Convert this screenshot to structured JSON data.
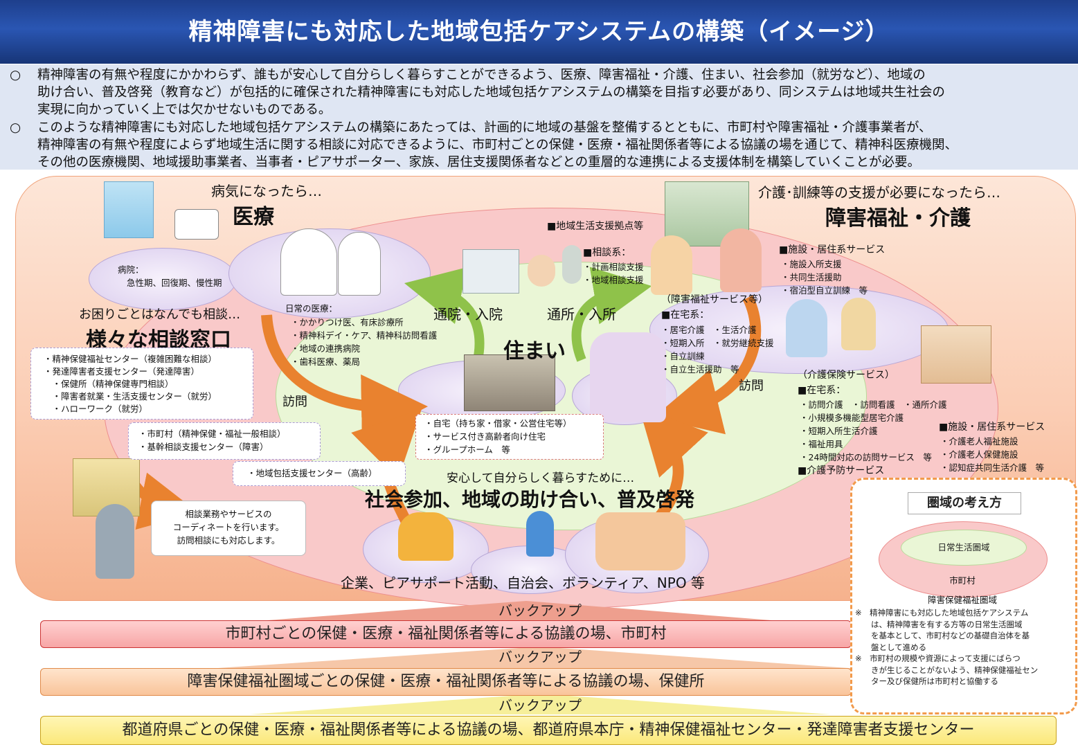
{
  "title": "精神障害にも対応した地域包括ケアシステムの構築（イメージ）",
  "intro": {
    "p1": [
      "○",
      "精神障害の有無や程度にかかわらず、誰もが安心して自分らしく暮らすことができるよう、医療、障害福祉・介護、住まい、社会参加（就労など）、地域の",
      "助け合い、普及啓発（教育など）が包括的に確保された精神障害にも対応した地域包括ケアシステムの構築を目指す必要があり、同システムは地域共生社会の",
      "実現に向かっていく上では欠かせないものである。"
    ],
    "p2": [
      "○",
      "このような精神障害にも対応した地域包括ケアシステムの構築にあたっては、計画的に地域の基盤を整備するとともに、市町村や障害福祉・介護事業者が、",
      "精神障害の有無や程度によらず地域生活に関する相談に対応できるように、市町村ごとの保健・医療・福祉関係者等による協議の場を通じて、精神科医療機関、",
      "その他の医療機関、地域援助事業者、当事者・ピアサポーター、家族、居住支援関係者などとの重層的な連携による支援体制を構築していくことが必要。"
    ]
  },
  "medical": {
    "caption": "病気になったら…",
    "heading": "医療",
    "hospital_label": "病院：",
    "hospital_detail": "急性期、回復期、慢性期",
    "daily_label": "日常の医療：",
    "daily_items": [
      "・かかりつけ医、有床診療所",
      "・精神科デイ・ケア、精神科訪問看護",
      "・地域の連携病院",
      "・歯科医療、薬局"
    ]
  },
  "welfare": {
    "caption": "介護･訓練等の支援が必要になったら…",
    "heading": "障害福祉・介護",
    "base": "■地域生活支援拠点等",
    "consult_head": "■相談系：",
    "consult_items": [
      "・計画相談支援",
      "・地域相談支援"
    ],
    "facility_head": "■施設・居住系サービス",
    "facility_items": [
      "・施設入所支援",
      "・共同生活援助",
      "・宿泊型自立訓練　等"
    ],
    "svc_label": "（障害福祉サービス等）",
    "home_head": "■在宅系：",
    "home_items": [
      "・居宅介護　・生活介護",
      "・短期入所　・就労継続支援",
      "・自立訓練",
      "・自立生活援助　等"
    ],
    "ltc_label": "（介護保険サービス）",
    "ltc_home_head": "■在宅系：",
    "ltc_home_items": [
      "・訪問介護　・訪問看護　・通所介護",
      "・小規模多機能型居宅介護",
      "・短期入所生活介護",
      "・福祉用具",
      "・24時間対応の訪問サービス　等"
    ],
    "ltc_prevent": "■介護予防サービス",
    "ltc_fac_head": "■施設・居住系サービス",
    "ltc_fac_items": [
      "・介護老人福祉施設",
      "・介護老人保健施設",
      "・認知症共同生活介護　等"
    ]
  },
  "consult": {
    "caption": "お困りごとはなんでも相談…",
    "heading": "様々な相談窓口",
    "box1": [
      "・精神保健福祉センター（複雑困難な相談）",
      "・発達障害者支援センター（発達障害）",
      "　・保健所（精神保健専門相談）",
      "　・障害者就業・生活支援センター（就労）",
      "　・ハローワーク（就労）"
    ],
    "box2": [
      "・市町村（精神保健・福祉一般相談）",
      "・基幹相談支援センター（障害）"
    ],
    "box3": "・地域包括支援センター（高齢）",
    "bubble": [
      "相談業務やサービスの",
      "コーディネートを行います。",
      "訪問相談にも対応します。"
    ]
  },
  "housing": {
    "heading": "住まい",
    "items": [
      "・自宅（持ち家・借家・公営住宅等）",
      "・サービス付き高齢者向け住宅",
      "・グループホーム　等"
    ]
  },
  "arrows": {
    "tsuin": "通院・入院",
    "tsusho": "通所・入所",
    "homon_left": "訪問",
    "homon_right": "訪問"
  },
  "social": {
    "caption": "安心して自分らしく暮らすために…",
    "heading": "社会参加、地域の助け合い、普及啓発",
    "footer": "企業、ピアサポート活動、自治会、ボランティア、NPO 等"
  },
  "bands": {
    "backup": "バックアップ",
    "b1": "市町村ごとの保健・医療・福祉関係者等による協議の場、市町村",
    "b2": "障害保健福祉圏域ごとの保健・医療・福祉関係者等による協議の場、保健所",
    "b3": "都道府県ごとの保健・医療・福祉関係者等による協議の場、都道府県本庁・精神保健福祉センター・発達障害者支援センター"
  },
  "area": {
    "title": "圏域の考え方",
    "inner": "日常生活圏域",
    "middle": "市町村",
    "outer": "障害保健福祉圏域",
    "note1": [
      "※　精神障害にも対応した地域包括ケアシステム",
      "　　は、精神障害を有する方等の日常生活圏域",
      "　　を基本として、市町村などの基礎自治体を基",
      "　　盤として進める"
    ],
    "note2": [
      "※　市町村の規模や資源によって支援にばらつ",
      "　　きが生じることがないよう、精神保健福祉セン",
      "　　ター及び保健所は市町村と協働する"
    ]
  },
  "colors": {
    "title_bg": "#2a56b3",
    "outer_bg": "#fbcdb4",
    "pink": "#f9c9c9",
    "green": "#eaf6d6",
    "arrow": "#e9822f",
    "arrow_green": "#8fc24a"
  }
}
